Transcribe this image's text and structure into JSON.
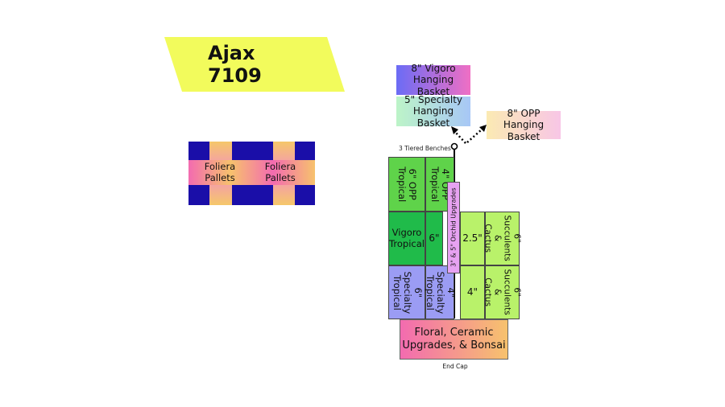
{
  "title": "Ajax 7109",
  "colors": {
    "banner": "#f2fb5c",
    "navy": "#1a0ea8",
    "green_dark": "#20bb4a",
    "green_mid": "#5fd34a",
    "green_light": "#b9f26a",
    "lavender": "#9b9cf4",
    "orchid": "#e7a2f2"
  },
  "foliera": {
    "left": "Foliera\nPallets",
    "right": "Foliera\nPallets"
  },
  "hanging": {
    "vigoro": "8\" Vigoro\nHanging Basket",
    "specialty": "5\" Specialty\nHanging Basket",
    "opp": "8\" OPP\nHanging Basket"
  },
  "labels": {
    "tiered": "3 Tiered Benches",
    "end_cap_label": "End Cap"
  },
  "bench": {
    "opp6": "6\" OPP\nTropical",
    "opp4": "4\" OPP\nTropical",
    "vigoro": "Vigoro\nTropical",
    "six": "6\"",
    "spec6": "6\" Specialty\nTropical",
    "spec4": "4\" Specialty\nTropical",
    "orchid": "3\" & 5\" Orchid Upgrades",
    "s25": "2.5\"",
    "succ6a": "6\"\nSucculents &\nCactus",
    "s4": "4\"",
    "succ6b": "6\"\nSucculents &\nCactus",
    "endcap": "Floral, Ceramic\nUpgrades, & Bonsai"
  }
}
